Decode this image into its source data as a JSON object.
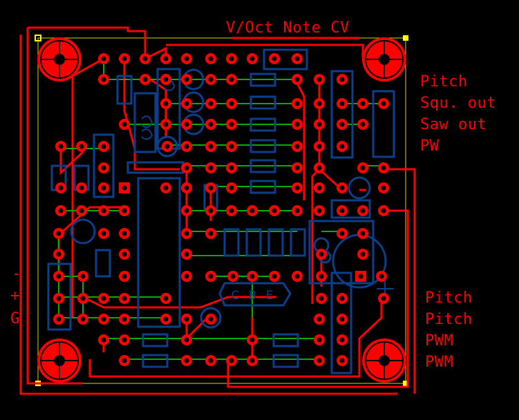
{
  "colors": {
    "background": "#000000",
    "copper_top": "#ff0000",
    "copper_bottom": "#0000ff",
    "silkscreen": "#0b3f8c",
    "ground_trace": "#00b000",
    "board_outline": "#ffff00",
    "label_text": "#ff0000"
  },
  "labels": {
    "top": "V/Oct Note CV",
    "right_upper": [
      "Pitch",
      "Squ. out",
      "Saw out",
      "PW"
    ],
    "left": [
      "-",
      "+",
      "G"
    ],
    "right_lower": [
      "Pitch",
      "Pitch",
      "PWM",
      "PWM"
    ]
  },
  "components": {
    "mounting_holes": 4,
    "ic_label": "C B E"
  }
}
